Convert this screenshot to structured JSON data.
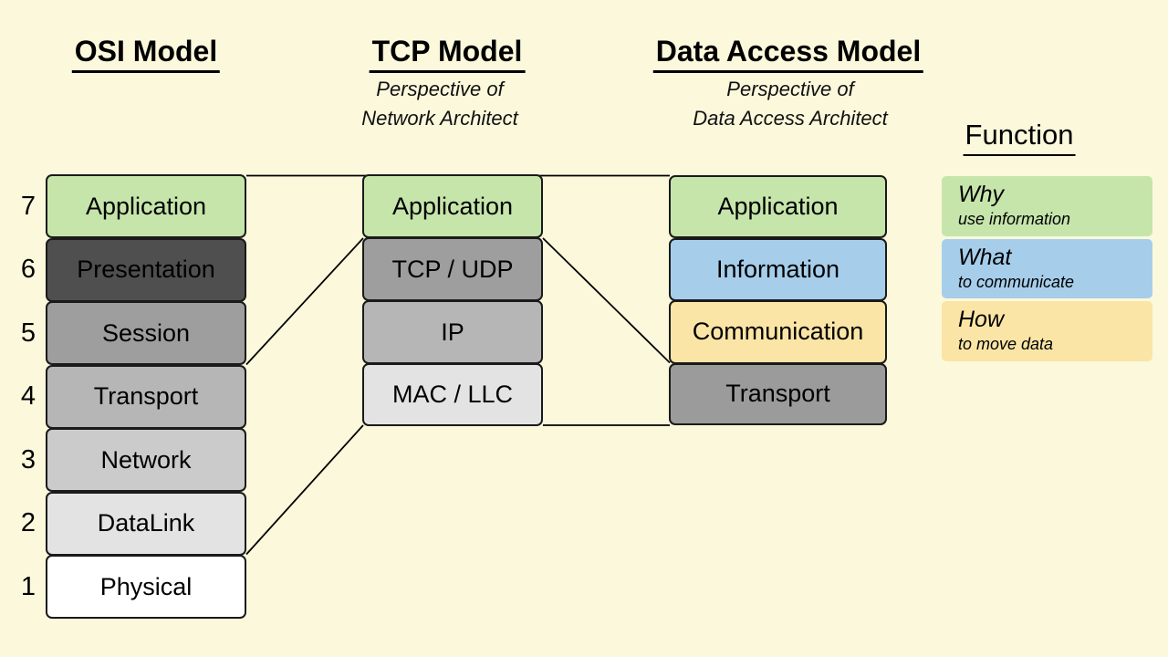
{
  "page": {
    "background": "#FBF8DB",
    "border_color": "#1a1a1a",
    "line_color": "#000000"
  },
  "headers": {
    "osi": {
      "title": "OSI Model"
    },
    "tcp": {
      "title": "TCP Model",
      "subtitle_line1": "Perspective of",
      "subtitle_line2": "Network Architect"
    },
    "data_access": {
      "title": "Data Access Model",
      "subtitle_line1": "Perspective of",
      "subtitle_line2": "Data Access Architect"
    },
    "function": {
      "title": "Function"
    }
  },
  "osi_model": {
    "layers": [
      {
        "number": "7",
        "label": "Application",
        "color": "#C6E5AB"
      },
      {
        "number": "6",
        "label": "Presentation",
        "color": "#4F4F4F"
      },
      {
        "number": "5",
        "label": "Session",
        "color": "#9E9E9E"
      },
      {
        "number": "4",
        "label": "Transport",
        "color": "#B6B6B6"
      },
      {
        "number": "3",
        "label": "Network",
        "color": "#CBCBCB"
      },
      {
        "number": "2",
        "label": "DataLink",
        "color": "#E3E3E3"
      },
      {
        "number": "1",
        "label": "Physical",
        "color": "#FFFFFF"
      }
    ]
  },
  "tcp_model": {
    "layers": [
      {
        "label": "Application",
        "color": "#C6E5AB"
      },
      {
        "label": "TCP / UDP",
        "color": "#9E9E9E"
      },
      {
        "label": "IP",
        "color": "#B6B6B6"
      },
      {
        "label": "MAC / LLC",
        "color": "#E3E3E3"
      }
    ]
  },
  "data_access_model": {
    "layers": [
      {
        "label": "Application",
        "color": "#C6E5AB"
      },
      {
        "label": "Information",
        "color": "#A6CEEB"
      },
      {
        "label": "Communication",
        "color": "#FAE5A6"
      },
      {
        "label": "Transport",
        "color": "#9B9B9B"
      }
    ]
  },
  "function_legend": {
    "items": [
      {
        "title": "Why",
        "subtitle": "use information",
        "color": "#C6E5AB"
      },
      {
        "title": "What",
        "subtitle": "to communicate",
        "color": "#A6CEEB"
      },
      {
        "title": "How",
        "subtitle": "to move data",
        "color": "#FAE5A6"
      }
    ]
  },
  "connectors": [
    {
      "from": "osi-application-top",
      "to": "data-access-application-top"
    },
    {
      "from": "osi-session-bottom-right",
      "to": "tcp-udp-top-left"
    },
    {
      "from": "osi-datalink-bottom-right",
      "to": "mac-llc-bottom-left"
    },
    {
      "from": "tcp-udp-top-right",
      "to": "data-access-transport-top-left"
    },
    {
      "from": "mac-llc-bottom-right",
      "to": "data-access-transport-bottom-left"
    }
  ]
}
